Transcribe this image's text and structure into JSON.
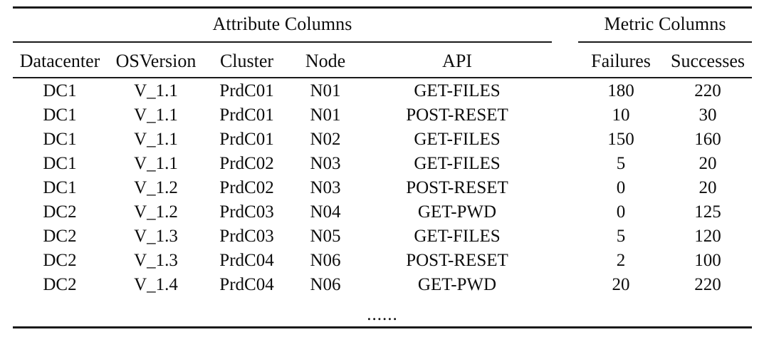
{
  "table": {
    "caption": "",
    "group_headers": [
      {
        "label": "Attribute Columns",
        "span": 5
      },
      {
        "label": "Metric Columns",
        "span": 2
      }
    ],
    "columns": [
      {
        "key": "datacenter",
        "label": "Datacenter"
      },
      {
        "key": "osversion",
        "label": "OSVersion"
      },
      {
        "key": "cluster",
        "label": "Cluster"
      },
      {
        "key": "node",
        "label": "Node"
      },
      {
        "key": "api",
        "label": "API"
      },
      {
        "key": "failures",
        "label": "Failures"
      },
      {
        "key": "successes",
        "label": "Successes"
      }
    ],
    "rows": [
      {
        "datacenter": "DC1",
        "osversion": "V_1.1",
        "cluster": "PrdC01",
        "node": "N01",
        "api": "GET-FILES",
        "failures": "180",
        "successes": "220"
      },
      {
        "datacenter": "DC1",
        "osversion": "V_1.1",
        "cluster": "PrdC01",
        "node": "N01",
        "api": "POST-RESET",
        "failures": "10",
        "successes": "30"
      },
      {
        "datacenter": "DC1",
        "osversion": "V_1.1",
        "cluster": "PrdC01",
        "node": "N02",
        "api": "GET-FILES",
        "failures": "150",
        "successes": "160"
      },
      {
        "datacenter": "DC1",
        "osversion": "V_1.1",
        "cluster": "PrdC02",
        "node": "N03",
        "api": "GET-FILES",
        "failures": "5",
        "successes": "20"
      },
      {
        "datacenter": "DC1",
        "osversion": "V_1.2",
        "cluster": "PrdC02",
        "node": "N03",
        "api": "POST-RESET",
        "failures": "0",
        "successes": "20"
      },
      {
        "datacenter": "DC2",
        "osversion": "V_1.2",
        "cluster": "PrdC03",
        "node": "N04",
        "api": "GET-PWD",
        "failures": "0",
        "successes": "125"
      },
      {
        "datacenter": "DC2",
        "osversion": "V_1.3",
        "cluster": "PrdC03",
        "node": "N05",
        "api": "GET-FILES",
        "failures": "5",
        "successes": "120"
      },
      {
        "datacenter": "DC2",
        "osversion": "V_1.3",
        "cluster": "PrdC04",
        "node": "N06",
        "api": "POST-RESET",
        "failures": "2",
        "successes": "100"
      },
      {
        "datacenter": "DC2",
        "osversion": "V_1.4",
        "cluster": "PrdC04",
        "node": "N06",
        "api": "GET-PWD",
        "failures": "20",
        "successes": "220"
      }
    ],
    "continuation": "......",
    "colors": {
      "rule": "#1a1a1a",
      "text": "#0d0d0d",
      "background": "#ffffff"
    }
  }
}
